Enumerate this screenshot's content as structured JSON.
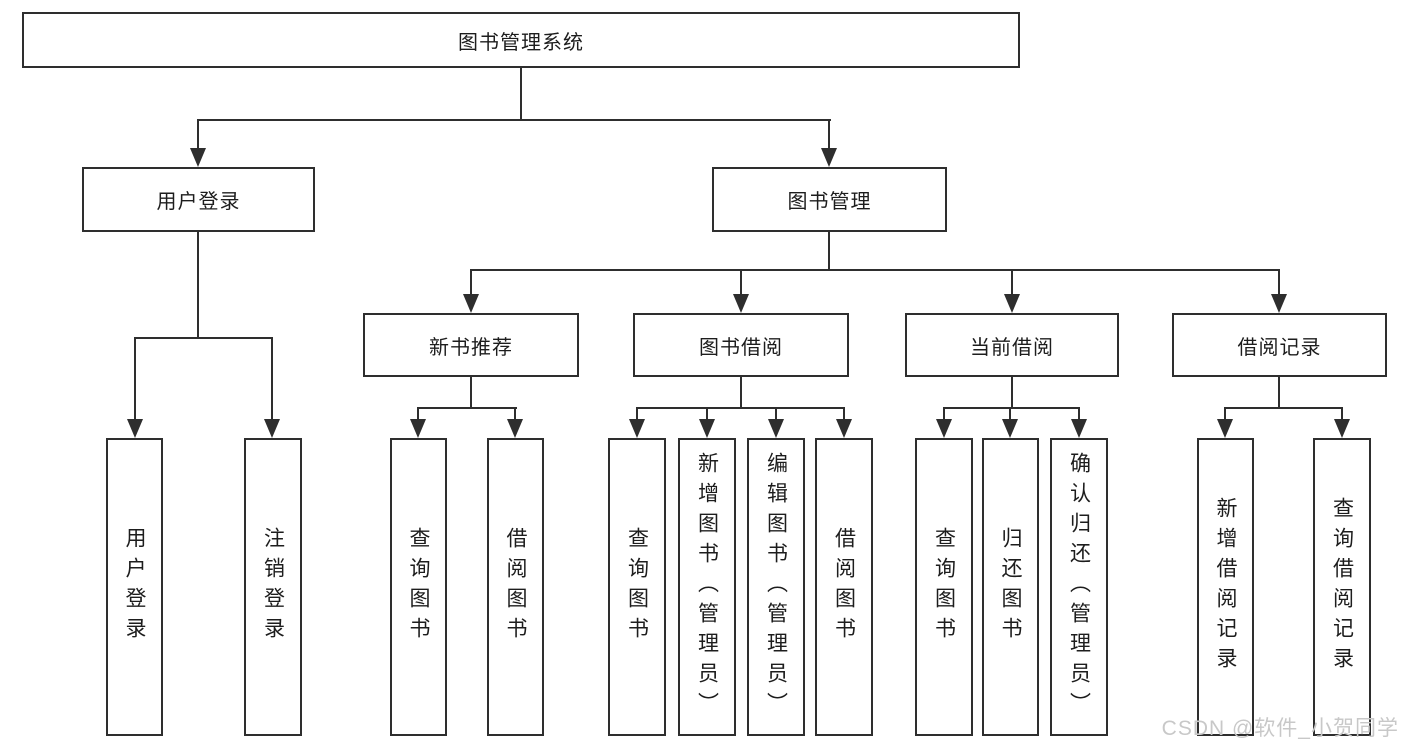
{
  "tree": {
    "root": "图书管理系统",
    "login": {
      "label": "用户登录",
      "leaves": [
        "用户登录",
        "注销登录"
      ]
    },
    "management": {
      "label": "图书管理",
      "groups": [
        {
          "label": "新书推荐",
          "leaves": [
            "查询图书",
            "借阅图书"
          ]
        },
        {
          "label": "图书借阅",
          "leaves": [
            "查询图书",
            "新增图书（管理员）",
            "编辑图书（管理员）",
            "借阅图书"
          ]
        },
        {
          "label": "当前借阅",
          "leaves": [
            "查询图书",
            "归还图书",
            "确认归还（管理员）"
          ]
        },
        {
          "label": "借阅记录",
          "leaves": [
            "新增借阅记录",
            "查询借阅记录"
          ]
        }
      ]
    }
  },
  "watermark": "CSDN @软件_小贺同学",
  "colors": {
    "line": "#2e2e2e",
    "text": "#1d1d1d",
    "background": "#ffffff",
    "watermark": "#c8c8c8"
  }
}
